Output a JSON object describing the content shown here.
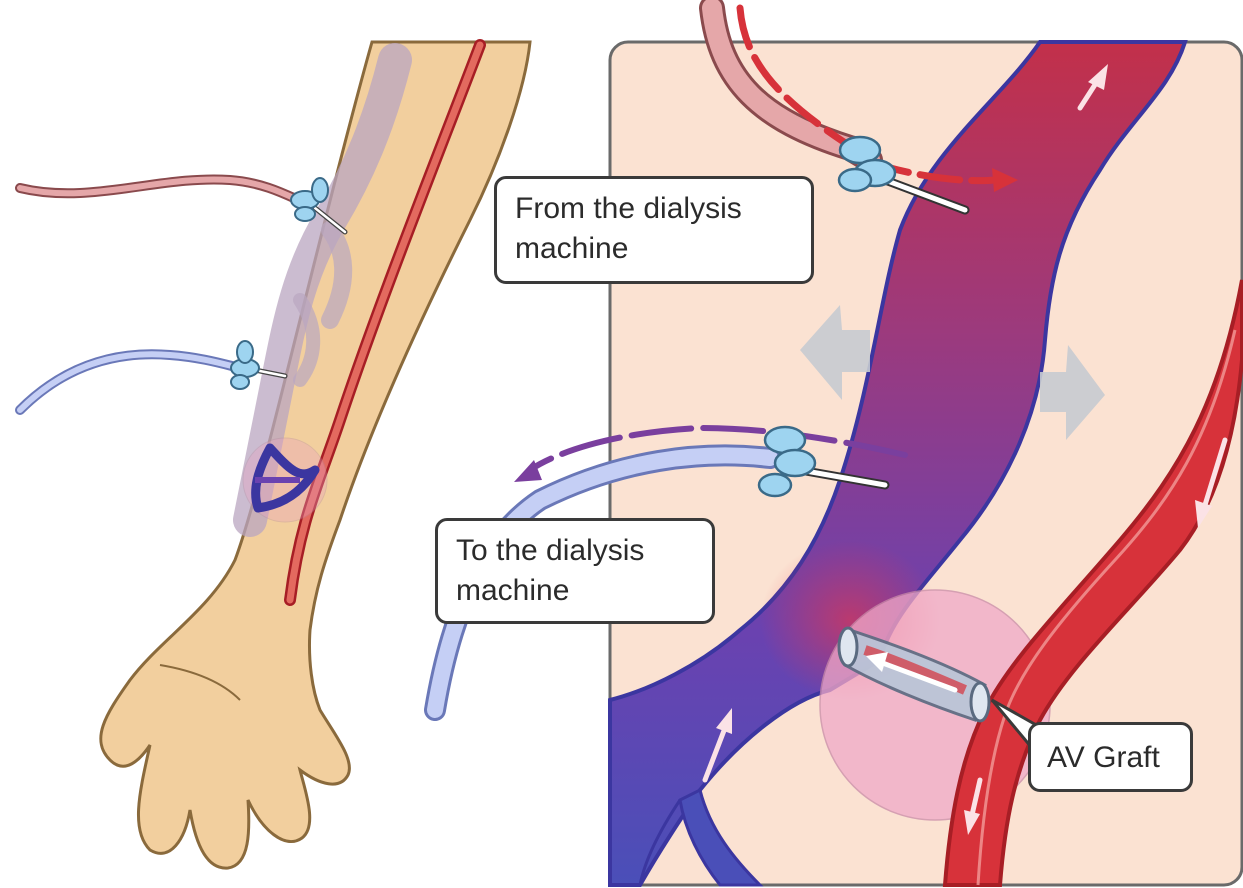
{
  "labels": {
    "from_line1": "From the dialysis",
    "from_line2": "machine",
    "to_line1": "To the dialysis",
    "to_line2": "machine",
    "av_graft": "AV Graft"
  },
  "colors": {
    "skin": "#f2cf9e",
    "skin_outline": "#8a6a3c",
    "panel_bg": "#fbe2d2",
    "vein": "#5a4fbf",
    "vein_dark": "#3b36a0",
    "artery": "#d7323a",
    "artery_dark": "#a71e25",
    "purple_vein": "#7a3f9e",
    "tube_red": "#e5a7a9",
    "tube_blue": "#c5cff5",
    "needle_wing": "#9ed4f0",
    "graft_zone": "#f0a9c8",
    "gray_arrow": "#c6cbd0"
  }
}
